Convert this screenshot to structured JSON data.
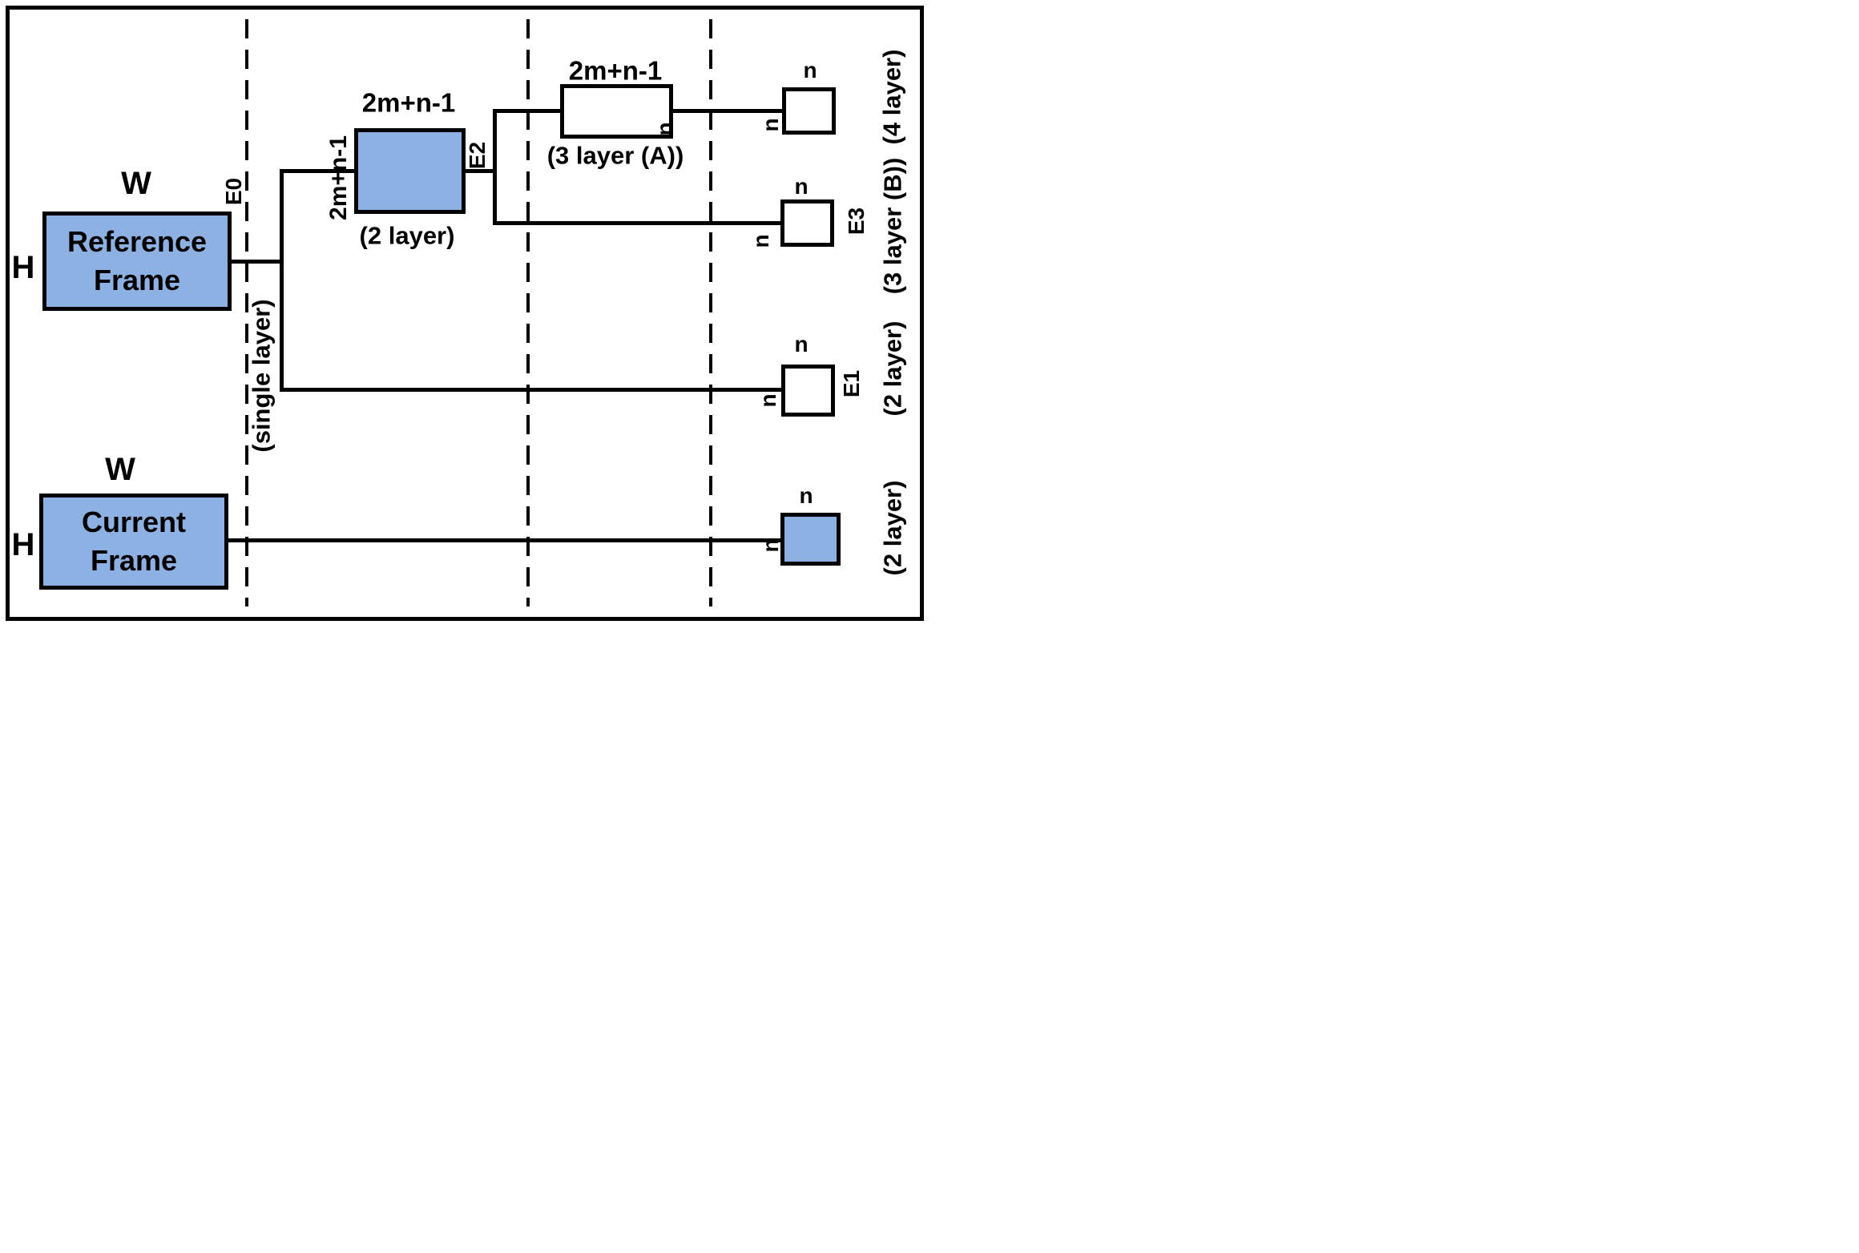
{
  "figure": {
    "colors": {
      "background": "#ffffff",
      "ink": "#000000",
      "frame_fill": "#8DB1E3"
    }
  },
  "reference_frame": {
    "line1": "Reference",
    "line2": "Frame",
    "width_label": "W",
    "height_label": "H"
  },
  "current_frame": {
    "line1": "Current",
    "line2": "Frame",
    "width_label": "W",
    "height_label": "H"
  },
  "edge_labels": {
    "e0": "E0",
    "e1": "E1",
    "e2": "E2",
    "e3": "E3"
  },
  "size_labels": {
    "wide": "2m+n-1",
    "n": "n"
  },
  "stage_labels": {
    "single_layer": "(single layer)",
    "two_layer": "(2 layer)",
    "three_layer_a": "(3 layer (A))",
    "three_layer_b": "(3 layer (B))",
    "four_layer": "(4 layer)",
    "two_layer_e1": "(2 layer)",
    "two_layer_current": "(2 layer)"
  }
}
